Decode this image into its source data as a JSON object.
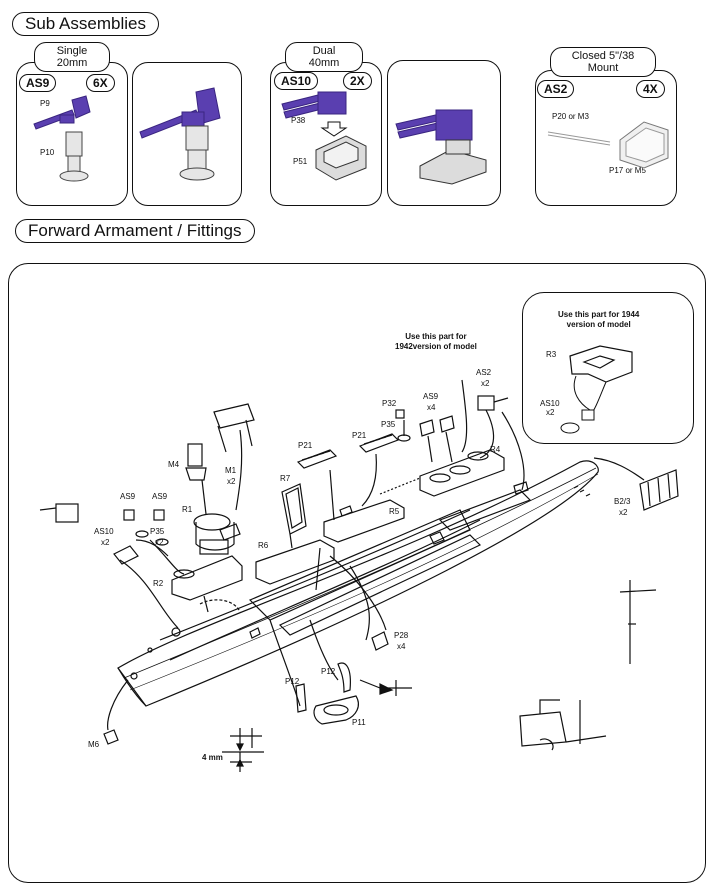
{
  "sections": {
    "sub_assemblies": "Sub Assemblies",
    "forward": "Forward Armament / Fittings"
  },
  "sub": {
    "single": {
      "title_line1": "Single",
      "title_line2": "20mm",
      "code": "AS9",
      "qty": "6X",
      "parts": [
        "P9",
        "P10"
      ]
    },
    "dual": {
      "title_line1": "Dual",
      "title_line2": "40mm",
      "code": "AS10",
      "qty": "2X",
      "parts": [
        "P38",
        "P51"
      ]
    },
    "closed": {
      "title_line1": "Closed 5\"/38",
      "title_line2": "Mount",
      "code": "AS2",
      "qty": "4X",
      "parts": [
        "P20 or M3",
        "P17 or M5"
      ]
    }
  },
  "note1944": {
    "line1": "Use this part for 1944",
    "line2": "version of model",
    "labels": [
      "R3",
      "AS10",
      "x2"
    ]
  },
  "note1942": {
    "line1": "Use this part for",
    "line2": "1942version of model"
  },
  "callouts": {
    "AS2": "AS2",
    "AS2_qty": "x2",
    "AS9_top": "AS9",
    "AS9_top_qty": "x4",
    "P32": "P32",
    "P35_top": "P35",
    "R4": "R4",
    "P21_a": "P21",
    "P21_b": "P21",
    "M4": "M4",
    "M1": "M1",
    "M1_qty": "x2",
    "R7": "R7",
    "R5": "R5",
    "R1": "R1",
    "R6": "R6",
    "AS9_a": "AS9",
    "AS9_b": "AS9",
    "P35": "P35",
    "P35_qty": "x2",
    "AS10": "AS10",
    "AS10_qty": "x2",
    "R2": "R2",
    "B23": "B2/3",
    "B23_qty": "x2",
    "P28": "P28",
    "P28_qty": "x4",
    "P12_a": "P12",
    "P12_b": "P12",
    "P11": "P11",
    "M6": "M6",
    "dim": "4 mm"
  },
  "colors": {
    "purple": "#5a3fb0",
    "purple_dark": "#3a2580",
    "grey": "#d8d8d8"
  }
}
